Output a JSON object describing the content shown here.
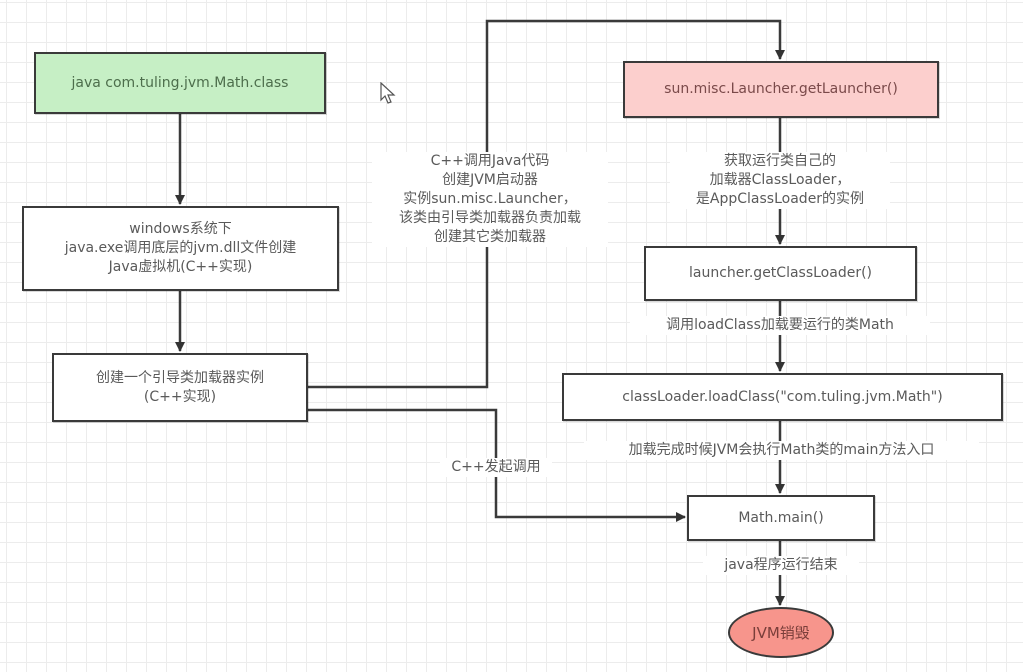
{
  "diagram": {
    "nodes": {
      "java_cmd": {
        "text": "java com.tuling.jvm.Math.class",
        "fill": "#c6efc5"
      },
      "create_jvm": {
        "text": "windows系统下\njava.exe调用底层的jvm.dll文件创建\nJava虚拟机(C++实现)"
      },
      "bootstrap": {
        "text": "创建一个引导类加载器实例\n(C++实现)"
      },
      "get_launcher": {
        "text": "sun.misc.Launcher.getLauncher()",
        "fill": "#fccfcd"
      },
      "get_classloader": {
        "text": "launcher.getClassLoader()"
      },
      "load_class": {
        "text": "classLoader.loadClass(\"com.tuling.jvm.Math\")"
      },
      "math_main": {
        "text": "Math.main()"
      },
      "jvm_destroy": {
        "text": "JVM销毁",
        "fill": "#f7958c"
      }
    },
    "edge_labels": {
      "cpp_call_java": "C++调用Java代码\n创建JVM启动器\n实例sun.misc.Launcher，\n该类由引导类加载器负责加载\n创建其它类加载器",
      "get_app_loader": "获取运行类自己的\n加载器ClassLoader，\n是AppClassLoader的实例",
      "call_loadclass": "调用loadClass加载要运行的类Math",
      "load_complete": "加载完成时候JVM会执行Math类的main方法入口",
      "cpp_invoke": "C++发起调用",
      "program_end": "java程序运行结束"
    }
  }
}
